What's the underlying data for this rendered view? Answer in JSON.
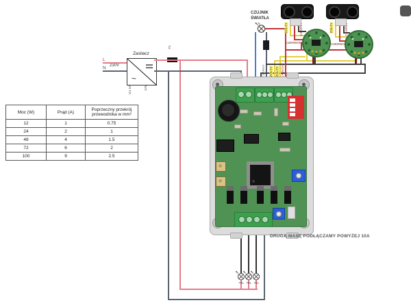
{
  "table": {
    "headers": [
      "Moc (W)",
      "Prąd (A)",
      "Poprzeczny przekrój przewodnika w mm²"
    ],
    "rows": [
      [
        "12",
        "1",
        "0.75"
      ],
      [
        "24",
        "2",
        "1"
      ],
      [
        "48",
        "4",
        "1.5"
      ],
      [
        "72",
        "6",
        "2"
      ],
      [
        "100",
        "9",
        "2.5"
      ]
    ]
  },
  "psu": {
    "label": "Zasilacz",
    "line_l": "L",
    "line_n": "N",
    "voltage": "230V",
    "marking_left": "G1 5A",
    "marking_right": "12V",
    "fuse_label": "F1"
  },
  "sensors": {
    "title_line1": "CZUJNIK",
    "title_line2": "ŚWIATŁA",
    "wire_yellow": "ŻÓŁTY",
    "wire_black": "CZARNY",
    "wire_red": "CZERWONY"
  },
  "note": "DRUGĄ MASĘ PODŁĄCZAMY POWYŻEJ 10A",
  "lamps": {
    "label": "+KL"
  },
  "colors": {
    "power_pink": "#e5798a",
    "neutral_gray": "#5a6470",
    "signal_red": "#c03434",
    "dark_red": "#7a2020",
    "signal_yellow": "#e3cf3f",
    "signal_blue": "#4a7bd0",
    "signal_black": "#3c3c3c",
    "pcb_green": "#4f9254",
    "dip_red": "#d63131",
    "terminal_green": "#3da04f",
    "trimmer_blue": "#2b5fd9"
  }
}
